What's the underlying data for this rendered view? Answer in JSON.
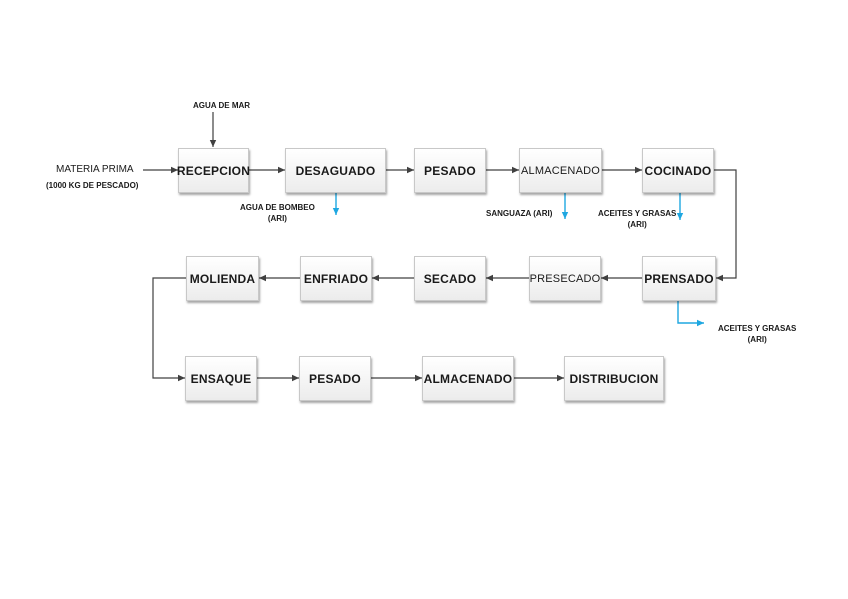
{
  "diagram": {
    "steps": {
      "recepcion": "RECEPCION",
      "desaguado": "DESAGUADO",
      "pesado1": "PESADO",
      "almacenado1": "ALMACENADO",
      "cocinado": "COCINADO",
      "prensado": "PRENSADO",
      "presecado": "PRESECADO",
      "secado": "SECADO",
      "enfriado": "ENFRIADO",
      "molienda": "MOLIENDA",
      "ensaque": "ENSAQUE",
      "pesado2": "PESADO",
      "almacenado2": "ALMACENADO",
      "distribucion": "DISTRIBUCION"
    },
    "inputs": {
      "materia_prima": "MATERIA PRIMA",
      "materia_prima_qty": "(1000 KG DE PESCADO)",
      "agua_de_mar": "AGUA DE MAR"
    },
    "outputs": {
      "agua_bombeo": "AGUA DE BOMBEO",
      "agua_bombeo_tag": "(ARI)",
      "sanguaza": "SANGUAZA (ARI)",
      "aceites_cocinado": "ACEITES Y GRASAS",
      "aceites_cocinado_tag": "(ARI)",
      "aceites_prensado": "ACEITES Y GRASAS",
      "aceites_prensado_tag": "(ARI)"
    },
    "colors": {
      "flow_arrow": "#404040",
      "output_arrow": "#1ea7e1"
    }
  }
}
